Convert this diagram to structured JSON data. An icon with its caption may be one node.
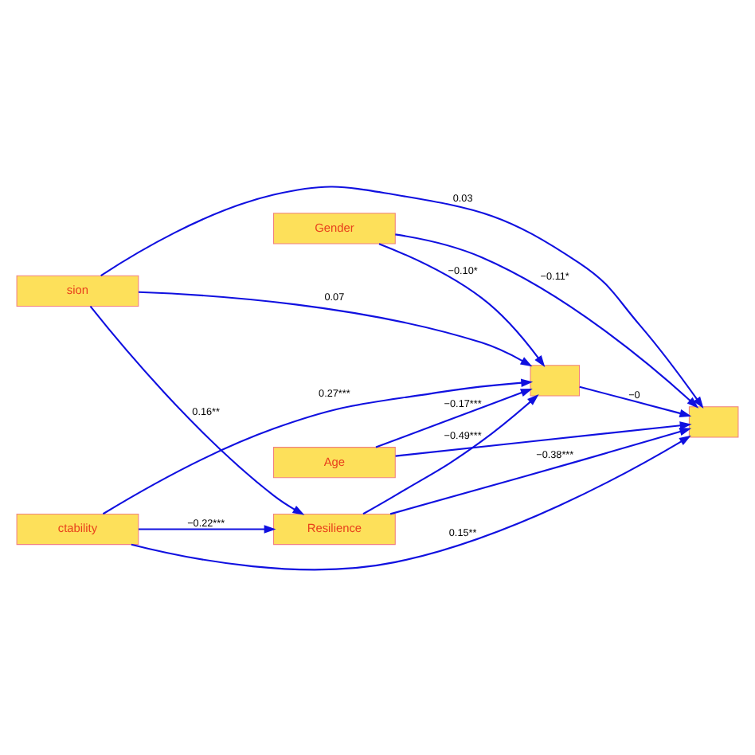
{
  "diagram": {
    "nodes": [
      {
        "text": [
          "Age"
        ]
      },
      {
        "text": [
          "Gender"
        ]
      },
      {
        "text": [
          "sion"
        ]
      },
      {
        "text": [
          "Resilience"
        ]
      },
      {
        "text": [
          "ctability"
        ]
      },
      {
        "text": [],
        "shape": "box"
      },
      {
        "text": [],
        "shape": "box"
      }
    ],
    "edges": [
      {
        "from": 0,
        "to": 5,
        "arrow": "to",
        "label": "−0.17***"
      },
      {
        "from": 0,
        "to": 6,
        "arrow": "to"
      },
      {
        "from": 1,
        "to": 5,
        "arrow": "to",
        "label": "−0.10*"
      },
      {
        "from": 1,
        "to": 6,
        "arrow": "to",
        "label": "−0.11*"
      },
      {
        "from": 2,
        "to": 5,
        "arrow": "to",
        "label": "0.07"
      },
      {
        "from": 2,
        "to": 3,
        "arrow": "to",
        "label": "0.16**"
      },
      {
        "from": 2,
        "to": 6,
        "arrow": "to",
        "label": "0.03"
      },
      {
        "from": 3,
        "to": 5,
        "arrow": "to",
        "label": "−0.49***"
      },
      {
        "from": 3,
        "to": 6,
        "arrow": "to",
        "label": "−0.38***"
      },
      {
        "from": 4,
        "to": 3,
        "arrow": "to",
        "label": "−0.22***"
      },
      {
        "from": 4,
        "to": 5,
        "arrow": "to",
        "label": "0.27***"
      },
      {
        "from": 4,
        "to": 6,
        "arrow": "to",
        "label": "0.15**"
      },
      {
        "from": 5,
        "to": 6,
        "arrow": "to",
        "label": "−0"
      }
    ]
  }
}
